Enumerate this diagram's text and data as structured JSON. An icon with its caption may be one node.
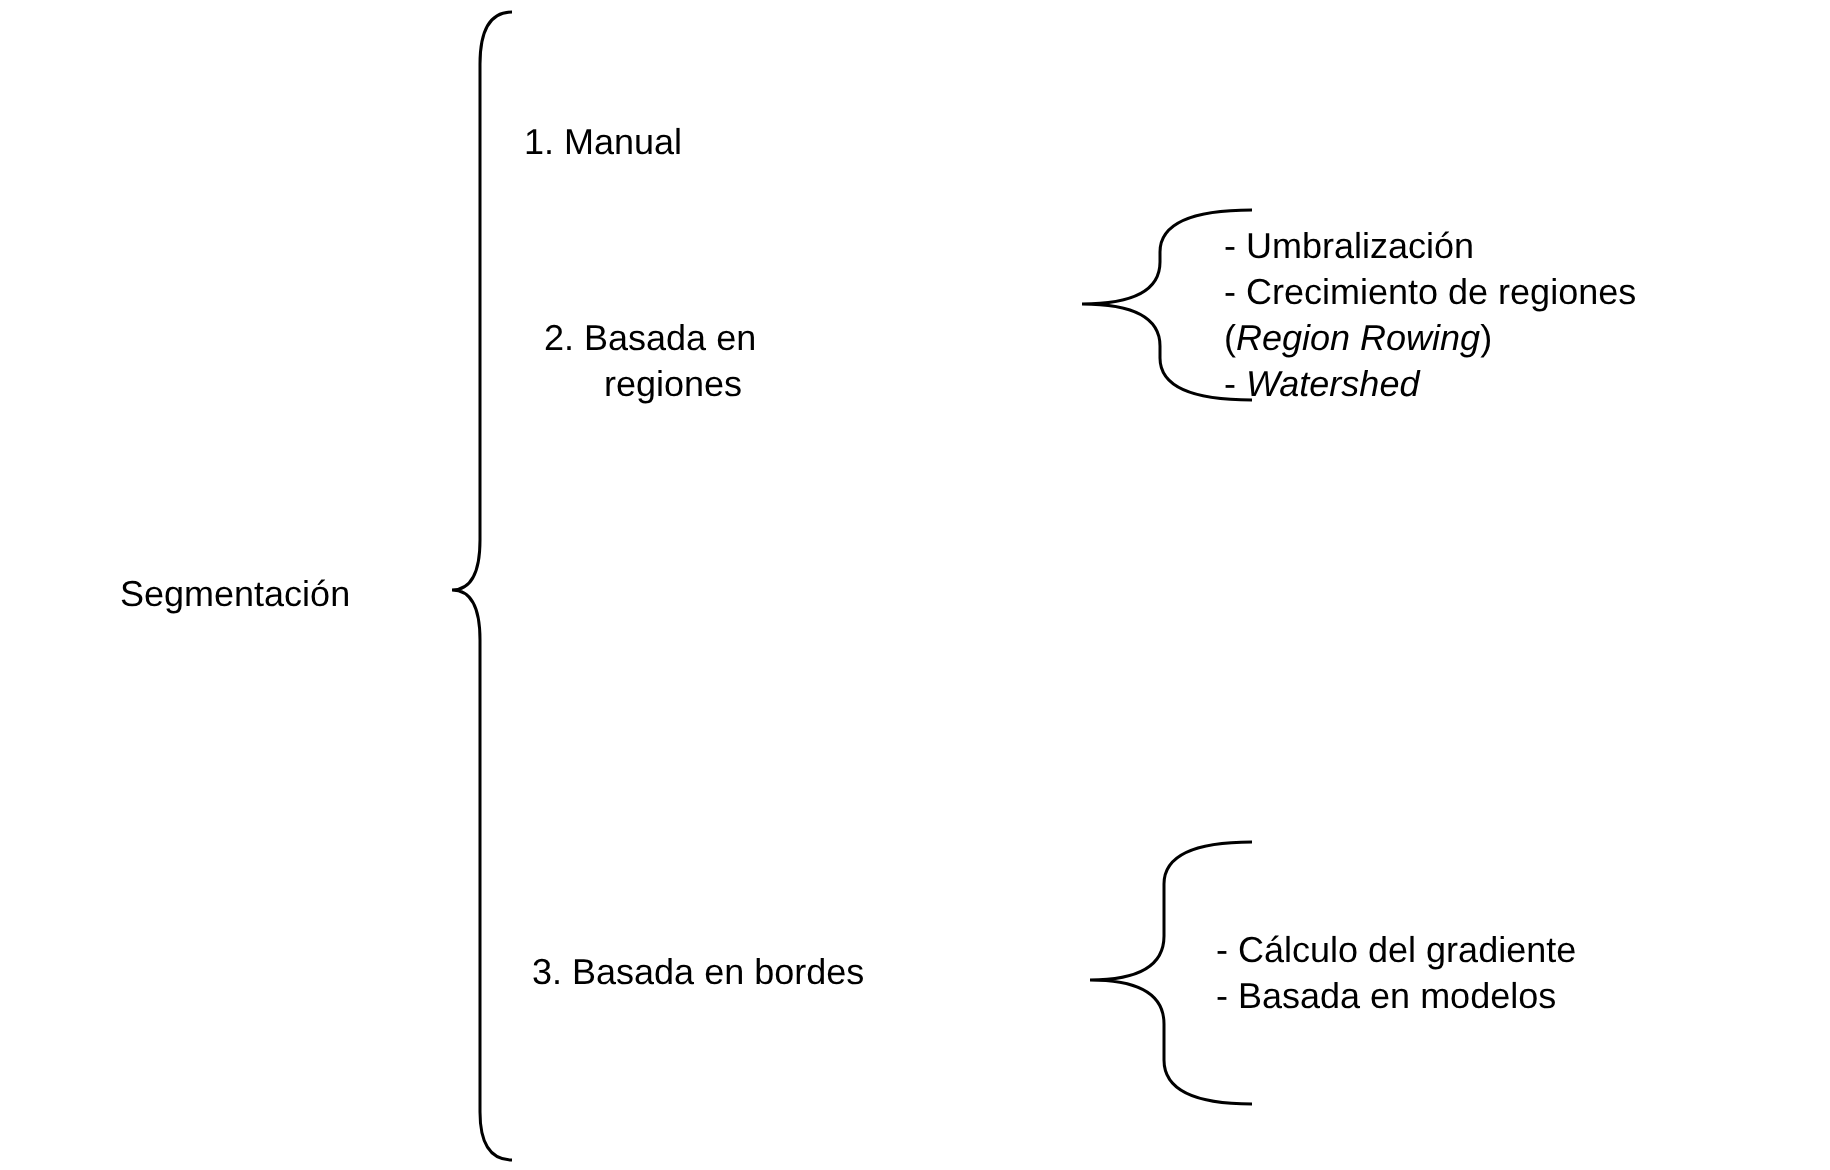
{
  "diagram": {
    "labels": [
      "Segmentación",
      "1. Manual",
      "2. Basada en regiones",
      "- Umbralización",
      "- Crecimiento de regiones (*Region Rowing*)",
      "- *Watershed*",
      "3. Basada en bordes",
      "- Cálculo del gradiente",
      "- Basada en modelos"
    ]
  }
}
